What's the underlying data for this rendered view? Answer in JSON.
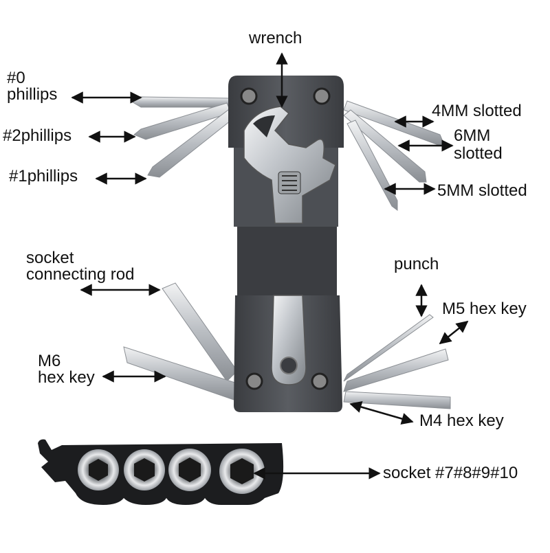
{
  "labels": {
    "wrench": "wrench",
    "phillips0": [
      "#0",
      "phillips"
    ],
    "phillips2": "#2phillips",
    "phillips1": "#1phillips",
    "slotted4": "4MM  slotted",
    "slotted6": [
      "6MM",
      "slotted"
    ],
    "slotted5": "5MM  slotted",
    "socket_rod": [
      "socket",
      "connecting rod"
    ],
    "punch": "punch",
    "m5": "M5 hex key",
    "m6": [
      "M6",
      "hex key"
    ],
    "m4": "M4 hex key",
    "sockets": "socket #7#8#9#10"
  },
  "colors": {
    "body": "#4a4c50",
    "body_dark": "#2e3033",
    "steel": "#c9ccd0",
    "steel_dark": "#8d9196",
    "text": "#111111",
    "arrow": "#111111"
  }
}
